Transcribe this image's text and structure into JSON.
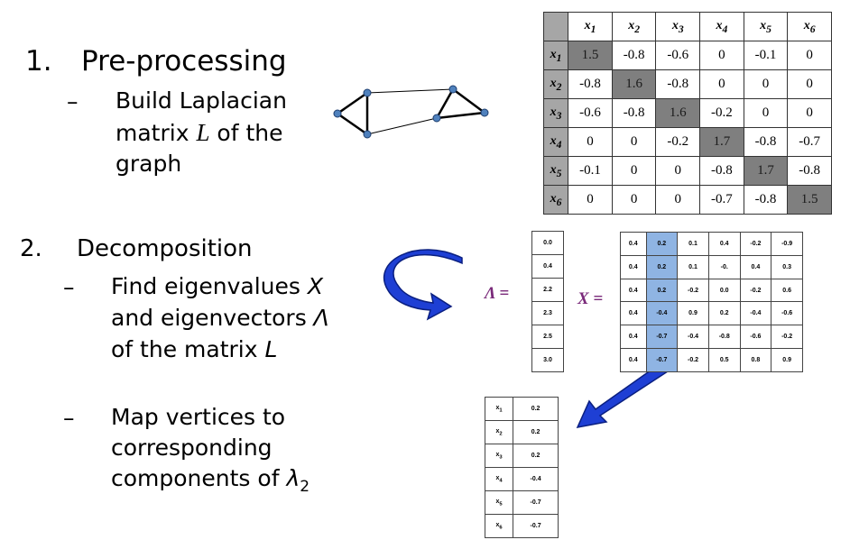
{
  "steps": {
    "step1": {
      "number": "1.",
      "title": "Pre-processing",
      "bullet": "–",
      "line1": "Build Laplacian",
      "line2_a": "matrix ",
      "line2_L": "L",
      "line2_b": " of the",
      "line3": "graph"
    },
    "step2": {
      "number": "2.",
      "title": "Decomposition",
      "bullet": "–",
      "line1_a": "Find eigenvalues ",
      "line1_X": "X",
      "line2_a": "and eigenvectors ",
      "line2_L": "Λ",
      "line3_a": "of the matrix ",
      "line3_L": "L"
    },
    "step3": {
      "bullet": "–",
      "line1": "Map vertices to",
      "line2": "corresponding",
      "line3_a": "components of ",
      "line3_lambda": "λ",
      "line3_sub": "2"
    }
  },
  "labels": {
    "lambda_eq": "Λ =",
    "x_eq": "X ="
  },
  "laplacian": {
    "headers": [
      [
        "x",
        "1"
      ],
      [
        "x",
        "2"
      ],
      [
        "x",
        "3"
      ],
      [
        "x",
        "4"
      ],
      [
        "x",
        "5"
      ],
      [
        "x",
        "6"
      ]
    ],
    "rows": [
      [
        "1.5",
        "-0.8",
        "-0.6",
        "0",
        "-0.1",
        "0"
      ],
      [
        "-0.8",
        "1.6",
        "-0.8",
        "0",
        "0",
        "0"
      ],
      [
        "-0.6",
        "-0.8",
        "1.6",
        "-0.2",
        "0",
        "0"
      ],
      [
        "0",
        "0",
        "-0.2",
        "1.7",
        "-0.8",
        "-0.7"
      ],
      [
        "-0.1",
        "0",
        "0",
        "-0.8",
        "1.7",
        "-0.8"
      ],
      [
        "0",
        "0",
        "0",
        "-0.7",
        "-0.8",
        "1.5"
      ]
    ]
  },
  "eigenvalues": [
    "0.0",
    "0.4",
    "2.2",
    "2.3",
    "2.5",
    "3.0"
  ],
  "eigenvectors": [
    [
      "0.4",
      "0.2",
      "0.1",
      "0.4",
      "-0.2",
      "-0.9"
    ],
    [
      "0.4",
      "0.2",
      "0.1",
      "-0.",
      "0.4",
      "0.3"
    ],
    [
      "0.4",
      "0.2",
      "-0.2",
      "0.0",
      "-0.2",
      "0.6"
    ],
    [
      "0.4",
      "-0.4",
      "0.9",
      "0.2",
      "-0.4",
      "-0.6"
    ],
    [
      "0.4",
      "-0.7",
      "-0.4",
      "-0.8",
      "-0.6",
      "-0.2"
    ],
    [
      "0.4",
      "-0.7",
      "-0.2",
      "0.5",
      "0.8",
      "0.9"
    ]
  ],
  "mapping": {
    "rows": [
      [
        "x",
        "1",
        "0.2"
      ],
      [
        "x",
        "2",
        "0.2"
      ],
      [
        "x",
        "3",
        "0.2"
      ],
      [
        "x",
        "4",
        "-0.4"
      ],
      [
        "x",
        "5",
        "-0.7"
      ],
      [
        "x",
        "6",
        "-0.7"
      ]
    ]
  },
  "colors": {
    "accent_purple": "#7a2a7a",
    "arrow_blue": "#1e3fd4",
    "highlight": "#8fb4e3",
    "diag_gray": "#7f7f7f"
  }
}
